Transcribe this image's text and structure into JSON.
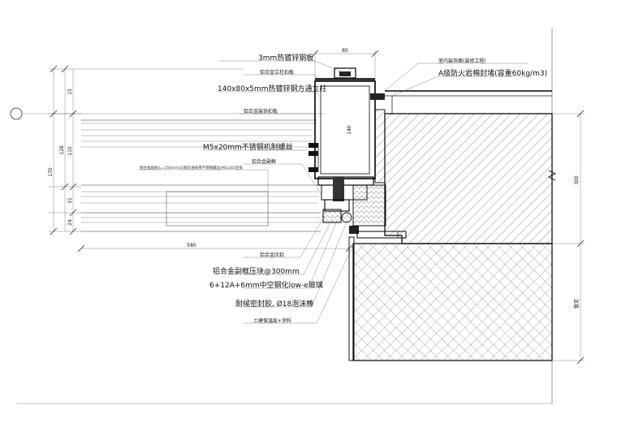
{
  "labels": {
    "steel_plate": "3mm热镀锌钢板",
    "mullion_cover": "铝合金立柱扣板",
    "tube": "140x80x5mm热镀锌钢方通立柱",
    "cover_plate": "铝合金装饰扣板",
    "bolt": "M5x20mm不锈钢机制螺丝",
    "alu_angle": "铝合金副框",
    "tiny_note": "铝合金副框(L=150mm)与钢方通采用不锈钢螺丝(M5x20)连接",
    "alu_bead": "铝合金压封",
    "pressure_plate": "铝合金副框压块@300mm",
    "glass": "6+12A+6mm中空钢化low-e玻璃",
    "sealant": "耐候密封胶, Ø18泡沫棒",
    "insulation_finish": "土建保温层+涂料",
    "right_top": "室内装饰面(装修工程)",
    "fireproof": "A级防火岩棉封堵(容重60kg/m3)"
  },
  "dimensions": {
    "top_width": "80",
    "tube_depth": "140",
    "left_overall": "170",
    "left_a": "15",
    "left_b": "128",
    "left_c": "110",
    "left_d": "31",
    "left_e": "24",
    "bottom_length": "580",
    "right_upper": "300",
    "right_lower": "暂定"
  },
  "icons": {
    "grid_bubble": "axis-bubble-icon",
    "break_symbol": "break-line-icon"
  }
}
